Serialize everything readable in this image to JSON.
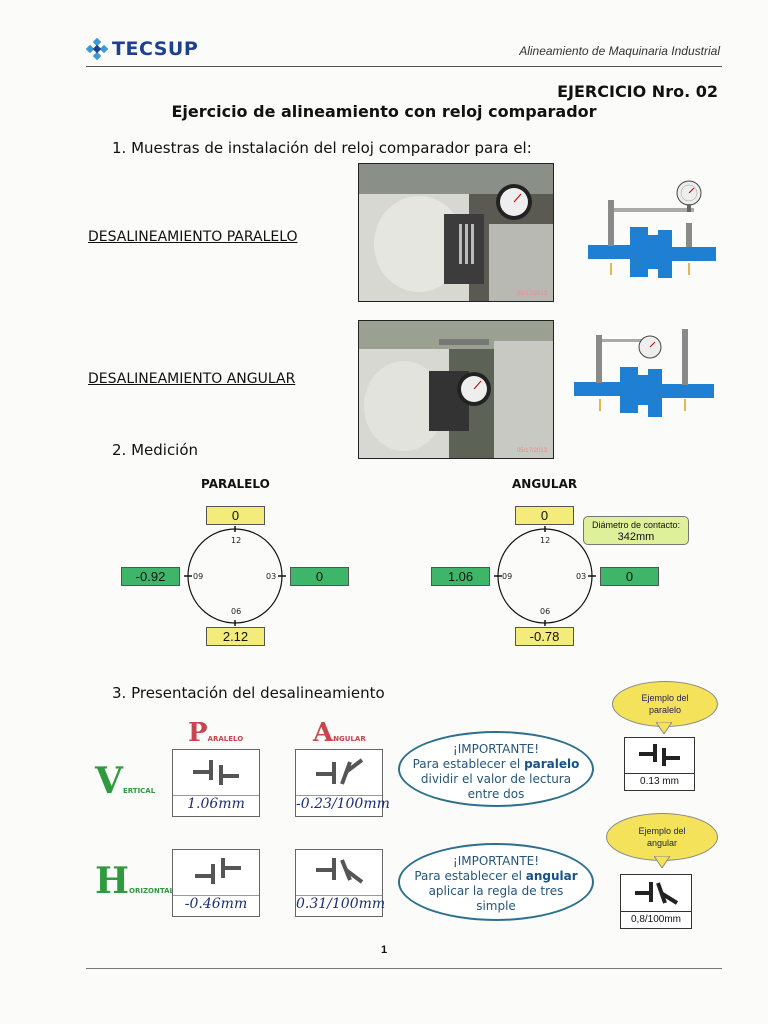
{
  "header": {
    "logo_text": "TECSUP",
    "course": "Alineamiento de Maquinaria Industrial"
  },
  "exercise_number": "EJERCICIO Nro. 02",
  "exercise_title": "Ejercicio de alineamiento con reloj comparador",
  "section1": {
    "title": "1.  Muestras de instalación del reloj comparador para el:",
    "items": [
      {
        "label": "DESALINEAMIENTO PARALELO",
        "photo_date": "05/17/2013"
      },
      {
        "label": "DESALINEAMIENTO ANGULAR",
        "photo_date": "05/17/2013"
      }
    ]
  },
  "section2": {
    "title": "2.  Medición",
    "paralelo": {
      "caption": "PARALELO",
      "top": "0",
      "left": "-0.92",
      "right": "0",
      "bottom": "2.12",
      "ticks": {
        "t12": "12",
        "t09": "09",
        "t03": "03",
        "t06": "06"
      }
    },
    "angular": {
      "caption": "ANGULAR",
      "top": "0",
      "left": "1.06",
      "right": "0",
      "bottom": "-0.78",
      "ticks": {
        "t12": "12",
        "t09": "09",
        "t03": "03",
        "t06": "06"
      },
      "contact_label": "Diámetro de contacto:",
      "contact_value": "342mm"
    }
  },
  "section3": {
    "title": "3.  Presentación del desalineamiento",
    "col_p_big": "P",
    "col_p_small": "ARALELO",
    "col_a_big": "A",
    "col_a_small": "NGULAR",
    "row_v_big": "V",
    "row_v_small": "ERTICAL",
    "row_h_big": "H",
    "row_h_small": "ORIZONTAL",
    "values": {
      "vp": "1.06mm",
      "va": "-0.23/100mm",
      "hp": "-0.46mm",
      "ha": "0.31/100mm"
    },
    "note1": {
      "heading": "¡IMPORTANTE!",
      "pre": "Para establecer el ",
      "bold": "paralelo",
      "post": " dividir el valor de lectura entre dos"
    },
    "note2": {
      "heading": "¡IMPORTANTE!",
      "pre": "Para establecer el ",
      "bold": "angular",
      "post": " aplicar la regla de tres simple"
    },
    "example1": {
      "bubble_l1": "Ejemplo del",
      "bubble_l2": "paralelo",
      "value": "0.13 mm"
    },
    "example2": {
      "bubble_l1": "Ejemplo del",
      "bubble_l2": "angular",
      "value": "0,8/100mm"
    }
  },
  "footer": {
    "page": "1"
  },
  "colors": {
    "yellow_box": "#f4ec7a",
    "green_box": "#3fb56a",
    "coupling_blue": "#1f7fd3",
    "accent_red": "#c9444e",
    "accent_green": "#2f9a3e"
  }
}
